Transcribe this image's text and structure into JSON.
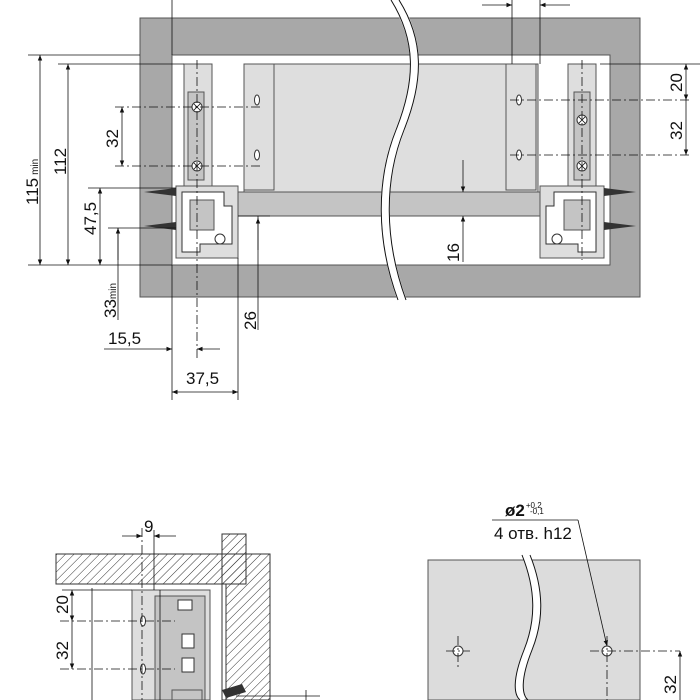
{
  "front_view": {
    "dimensions": {
      "height_min_value": "115",
      "height_min_suffix": "min",
      "height_inner": "112",
      "hole_spacing": "32",
      "rail_height": "47,5",
      "bottom_min_value": "33",
      "bottom_min_suffix": "min",
      "offset_small": "15,5",
      "offset_large": "37,5",
      "rail_thickness": "26",
      "bottom_gap": "16",
      "right_top_offset": "20",
      "right_hole_spacing": "32"
    }
  },
  "side_view": {
    "dimensions": {
      "top_offset": "9",
      "vertical_top": "20",
      "vertical_spacing": "32"
    }
  },
  "hole_note": {
    "diameter_symbol": "ø2",
    "tolerance_upper": "+0,2",
    "tolerance_lower": "-0,1",
    "count_text": "4 отв. h12"
  },
  "panel_view": {
    "dimensions": {
      "right_spacing": "32"
    }
  }
}
